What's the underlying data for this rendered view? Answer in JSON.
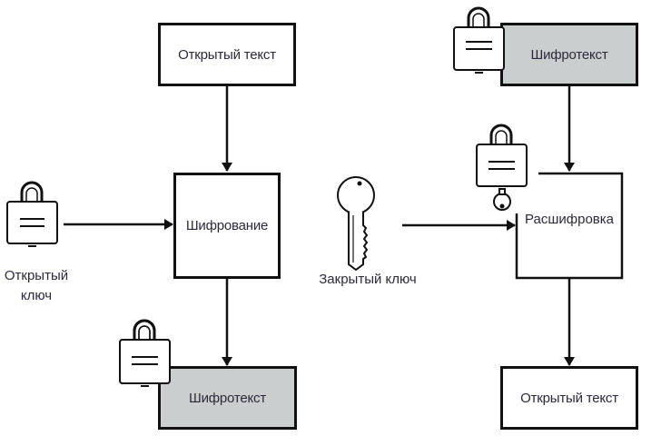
{
  "encryption": {
    "plaintext_label": "Открытый текст",
    "process_label": "Шифрование",
    "ciphertext_label": "Шифротекст",
    "key_label_line1": "Открытый",
    "key_label_line2": "ключ"
  },
  "decryption": {
    "ciphertext_label": "Шифротекст",
    "process_label": "Расшифровка",
    "plaintext_label": "Открытый текст",
    "key_label": "Закрытый ключ"
  },
  "colors": {
    "ciphertext_fill": "#cbcecf",
    "stroke": "#111111"
  }
}
